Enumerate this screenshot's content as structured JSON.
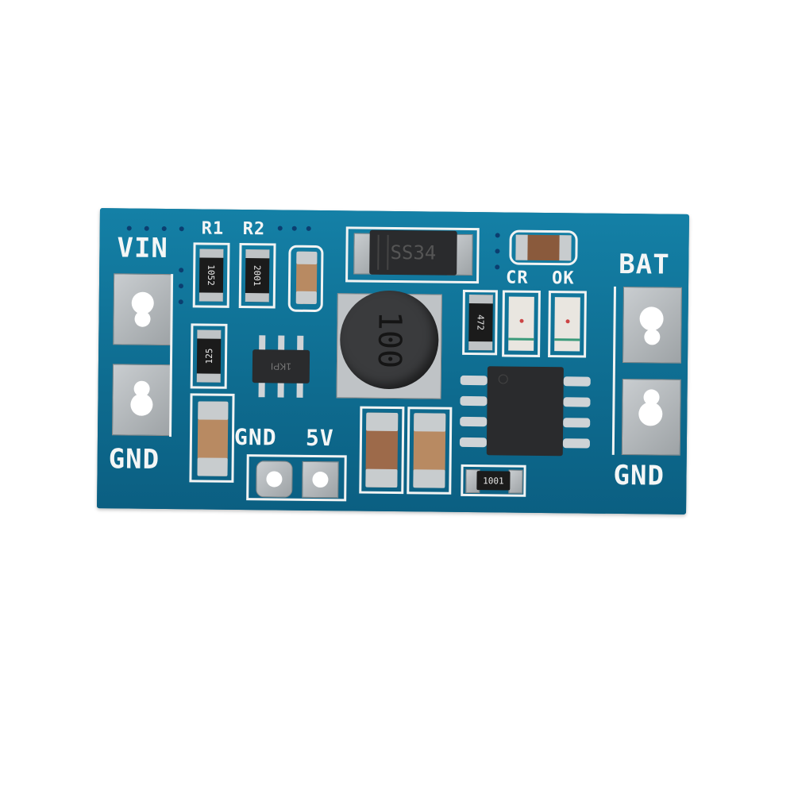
{
  "image": {
    "subject": "Blue PCB module (battery charger / 5V boost converter)",
    "background_color": "#ffffff",
    "board_color": "#0f6f93",
    "silkscreen_color": "#f4f6f6"
  },
  "labels": {
    "vin": "VIN",
    "gnd_left": "GND",
    "bat": "BAT",
    "gnd_right": "GND",
    "gnd_out": "GND",
    "out_5v": "5V",
    "cr": "CR",
    "ok": "OK",
    "r1": "R1",
    "r2": "R2"
  },
  "components": {
    "r1_code": "1052",
    "r2_code": "2001",
    "r3_code": "125",
    "r4_code": "472",
    "r5_code": "1001",
    "diode_marking": "SS34",
    "inductor_marking": "100",
    "sot_marking": "1KPI"
  }
}
